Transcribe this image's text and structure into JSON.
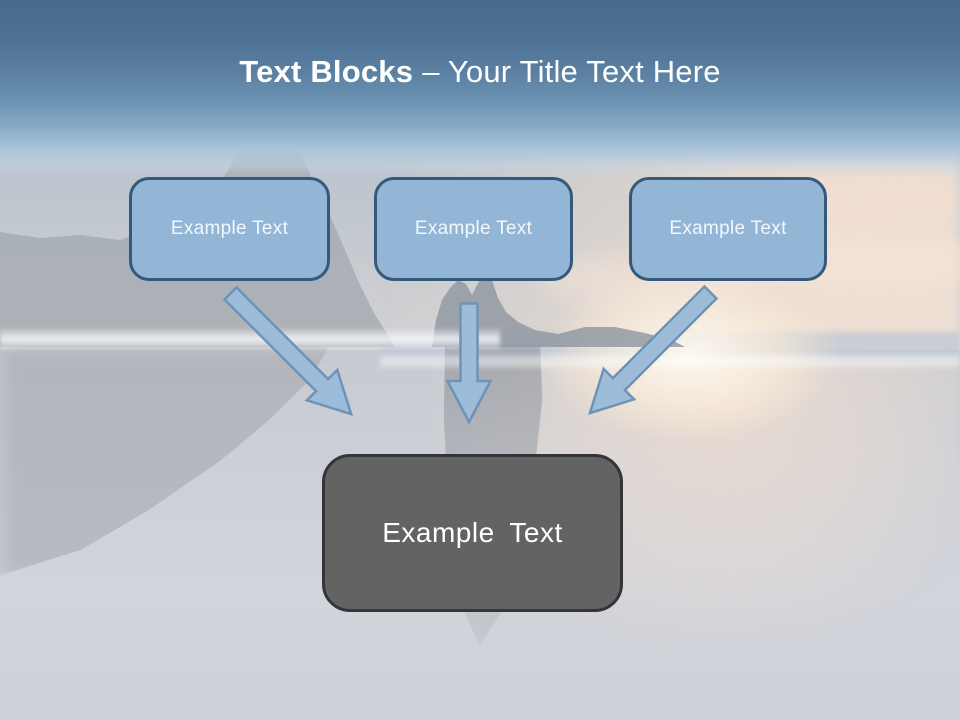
{
  "slide": {
    "title": {
      "full": "Text Blocks – Your Title Text Here",
      "bold_part": "Text Blocks",
      "regular_part": "– Your Title Text Here"
    },
    "source_boxes": [
      {
        "label": "Example Text"
      },
      {
        "label": "Example Text"
      },
      {
        "label": "Example Text"
      }
    ],
    "target_box": {
      "label": "Example Text"
    },
    "arrows": [
      {
        "name": "arrow-down-right"
      },
      {
        "name": "arrow-down"
      },
      {
        "name": "arrow-down-left"
      }
    ],
    "colors": {
      "title_text": "#ffffff",
      "banner_top": "#48698a",
      "box_fill": "#94b6d6",
      "box_border": "#36597b",
      "box_text": "#f2f7fc",
      "arrow_fill": "#9dbcda",
      "arrow_border": "#6e93b7",
      "target_fill": "#636363",
      "target_border": "#333638",
      "target_text": "#ffffff"
    }
  }
}
